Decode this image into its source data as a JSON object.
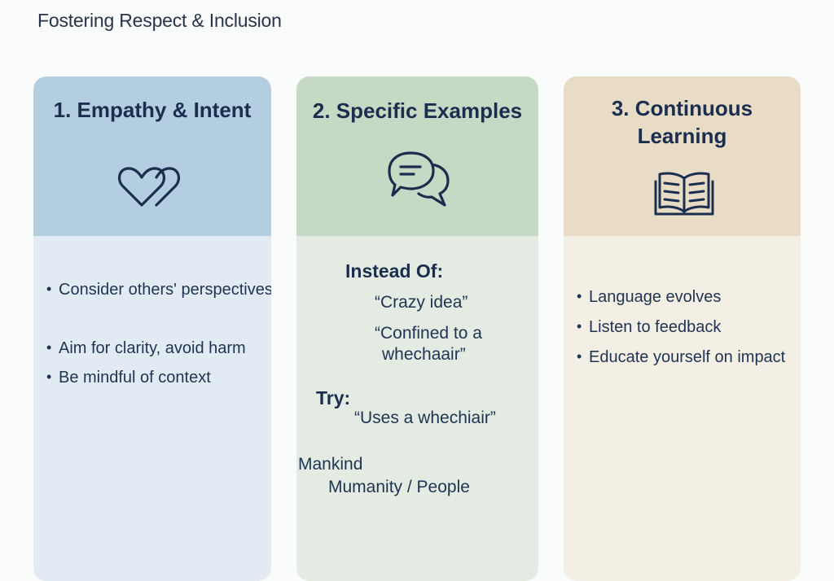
{
  "page": {
    "title": "Fostering Respect & Inclusion"
  },
  "cards": [
    {
      "title": "1. Empathy & Intent",
      "icon": "double-heart-icon",
      "bullets": [
        "Consider others' perspectives",
        "Aim for clarity, avoid harm",
        "Be mindful of context"
      ]
    },
    {
      "title": "2. Specific Examples",
      "icon": "speech-bubbles-icon",
      "instead_label": "Instead Of:",
      "instead_items": [
        "“Crazy idea”",
        "“Confined to a",
        "whechaair”"
      ],
      "try_label": "Try:",
      "try_items": [
        "“Uses a whechiair”"
      ],
      "extra_items": [
        "Mankind",
        "Mumanity / People"
      ]
    },
    {
      "title_line1": "3. Continuous",
      "title_line2": "Learning",
      "icon": "open-book-icon",
      "bullets": [
        "Language evolves",
        "Listen to feedback",
        "Educate yourself on impact"
      ]
    }
  ],
  "colors": {
    "card1_header": "#b3cde1",
    "card1_body": "#e2ebf4",
    "card2_header": "#c6d9c4",
    "card2_body": "#e3ebe2",
    "card3_header": "#e8dcc7",
    "card3_body": "#f3efe4",
    "ink": "#1b2e4e"
  }
}
